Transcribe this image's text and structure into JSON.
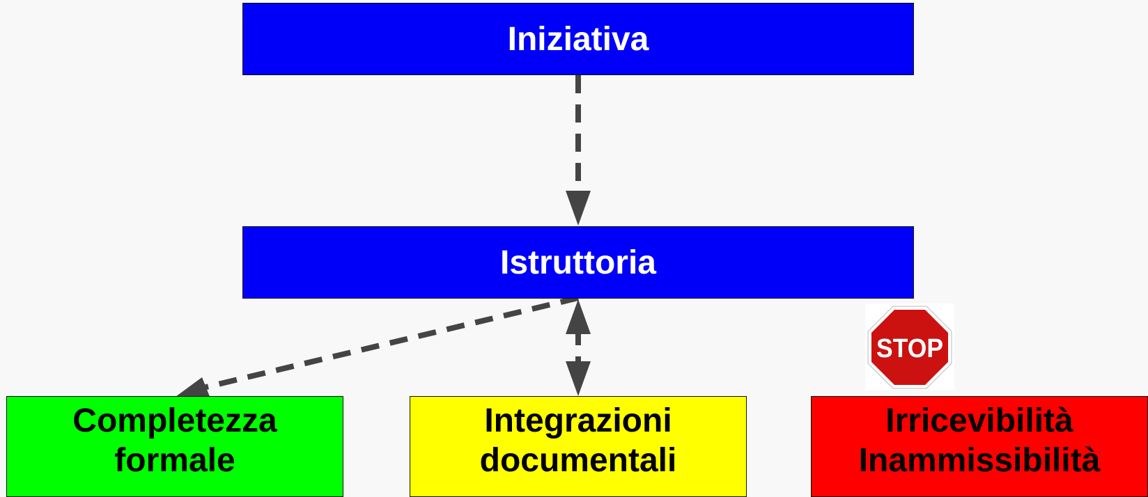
{
  "nodes": {
    "iniziativa": {
      "label": "Iniziativa",
      "color": "#0000fa"
    },
    "istruttoria": {
      "label": "Istruttoria",
      "color": "#0000fa"
    },
    "completezza": {
      "line1": "Completezza",
      "line2": "formale",
      "color": "#00ff00"
    },
    "integrazioni": {
      "line1": "Integrazioni",
      "line2": "documentali",
      "color": "#ffff00"
    },
    "irricevibilita": {
      "line1": "Irricevibilità",
      "line2": "Inammissibilità",
      "color": "#ff0000"
    }
  },
  "stop_sign": {
    "icon": "stop-sign-icon",
    "label": "STOP",
    "color": "#cc1111"
  },
  "edges": [
    {
      "from": "Iniziativa",
      "to": "Istruttoria",
      "style": "dashed",
      "arrow": "end"
    },
    {
      "from": "Istruttoria",
      "to": "Completezza formale",
      "style": "dashed",
      "arrow": "end"
    },
    {
      "from": "Istruttoria",
      "to": "Integrazioni documentali",
      "style": "dashed",
      "arrow": "both"
    }
  ],
  "arrow_color": "#444444"
}
